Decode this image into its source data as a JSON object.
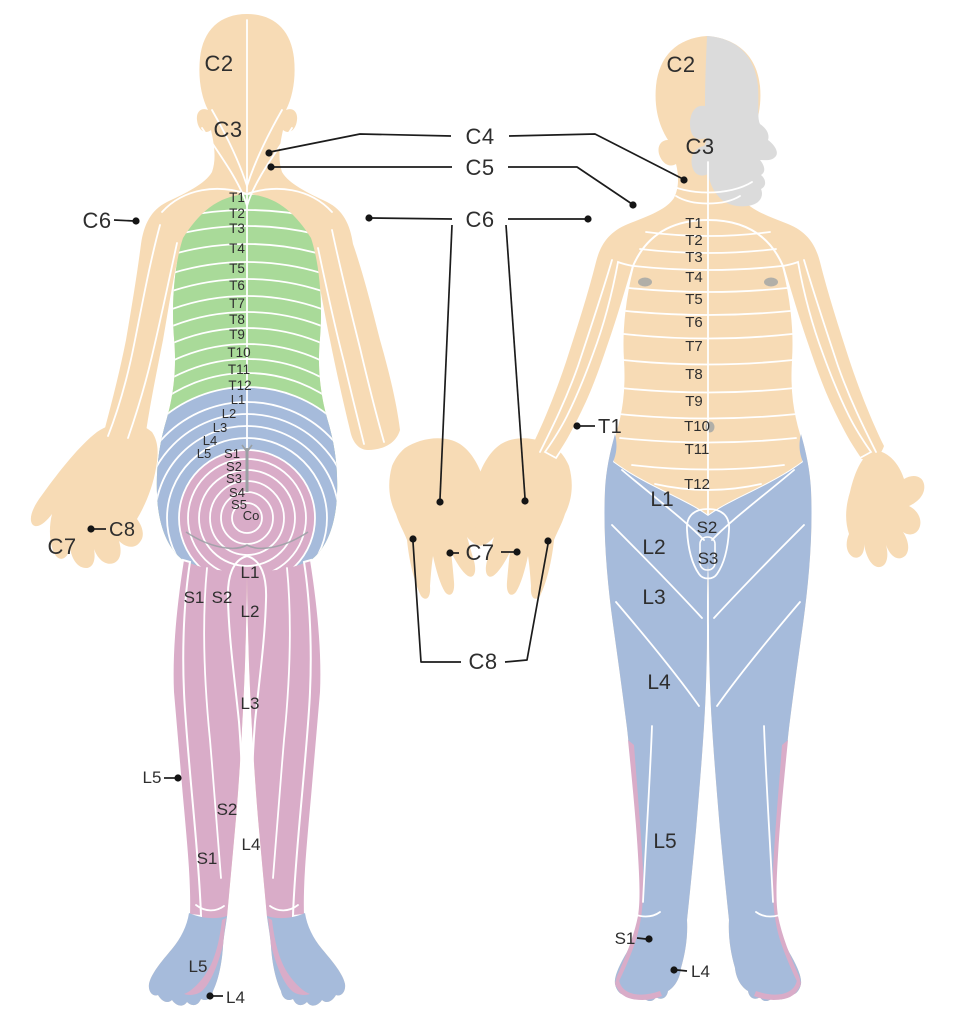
{
  "colors": {
    "skin": "#F7DBB5",
    "green": "#A9DA99",
    "blue": "#A6BBDB",
    "pink": "#D9ACC8",
    "face_gray": "#DBDBDB",
    "detail_gray": "#9AA0A4",
    "seam_white": "#FFFFFF",
    "pointer_black": "#1C1C1C",
    "label_dark": "#2E2E2E"
  },
  "posterior": {
    "c2": "C2",
    "c3": "C3",
    "c6_arm": "C6",
    "c7_hand": "C7",
    "c8_hand": "C8",
    "thoracic": [
      "T1",
      "T2",
      "T3",
      "T4",
      "T5",
      "T6",
      "T7",
      "T8",
      "T9",
      "T10",
      "T11",
      "T12"
    ],
    "lumbar": [
      "L1",
      "L2",
      "L3",
      "L4",
      "L5"
    ],
    "sacral": [
      "S1",
      "S2",
      "S3",
      "S4",
      "S5"
    ],
    "coccygeal": "Co",
    "leg": {
      "l1": "L1",
      "s1_thigh": "S1",
      "s2_thigh": "S2",
      "l2": "L2",
      "l3": "L3",
      "l5_side": "L5",
      "s2_calf": "S2",
      "l4_leg": "L4",
      "s1_calf": "S1",
      "l5_foot": "L5",
      "l4_foot": "L4"
    }
  },
  "center_callouts": {
    "c4": "C4",
    "c5": "C5",
    "c6": "C6",
    "c7": "C7",
    "c8": "C8",
    "t1": "T1"
  },
  "anterior": {
    "c2": "C2",
    "c3": "C3",
    "thoracic": [
      "T1",
      "T2",
      "T3",
      "T4",
      "T5",
      "T6",
      "T7",
      "T8",
      "T9",
      "T10",
      "T11",
      "T12"
    ],
    "leg": {
      "l1": "L1",
      "l2": "L2",
      "l3": "L3",
      "l4": "L4",
      "l5": "L5",
      "s2": "S2",
      "s3": "S3",
      "s1_foot": "S1",
      "l4_foot": "L4"
    }
  }
}
